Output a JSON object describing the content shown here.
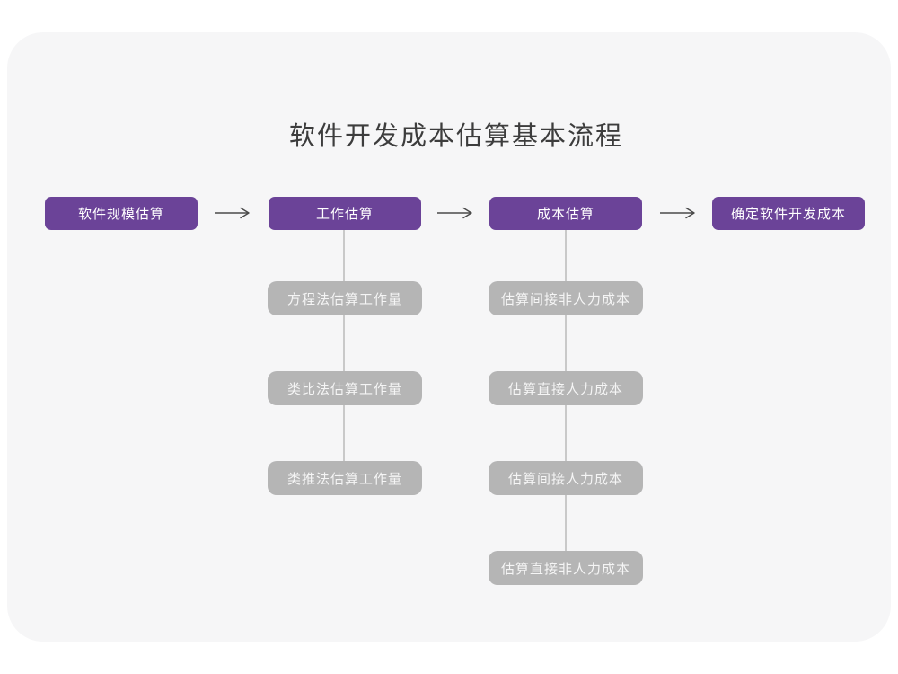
{
  "title": "软件开发成本估算基本流程",
  "colors": {
    "stage_fill": "#6b4398",
    "stage_text": "#ffffff",
    "substep_fill": "#b5b5b5",
    "substep_text": "#f5f5f5",
    "connector_line": "#c9c9c9",
    "arrow": "#4a4a4a",
    "canvas_background": "#f6f6f7",
    "title_text": "#3d3d3d"
  },
  "flow": {
    "stages": [
      {
        "label": "软件规模估算",
        "substeps": []
      },
      {
        "label": "工作估算",
        "substeps": [
          "方程法估算工作量",
          "类比法估算工作量",
          "类推法估算工作量"
        ]
      },
      {
        "label": "成本估算",
        "substeps": [
          "估算间接非人力成本",
          "估算直接人力成本",
          "估算间接人力成本",
          "估算直接非人力成本"
        ]
      },
      {
        "label": "确定软件开发成本",
        "substeps": []
      }
    ]
  }
}
